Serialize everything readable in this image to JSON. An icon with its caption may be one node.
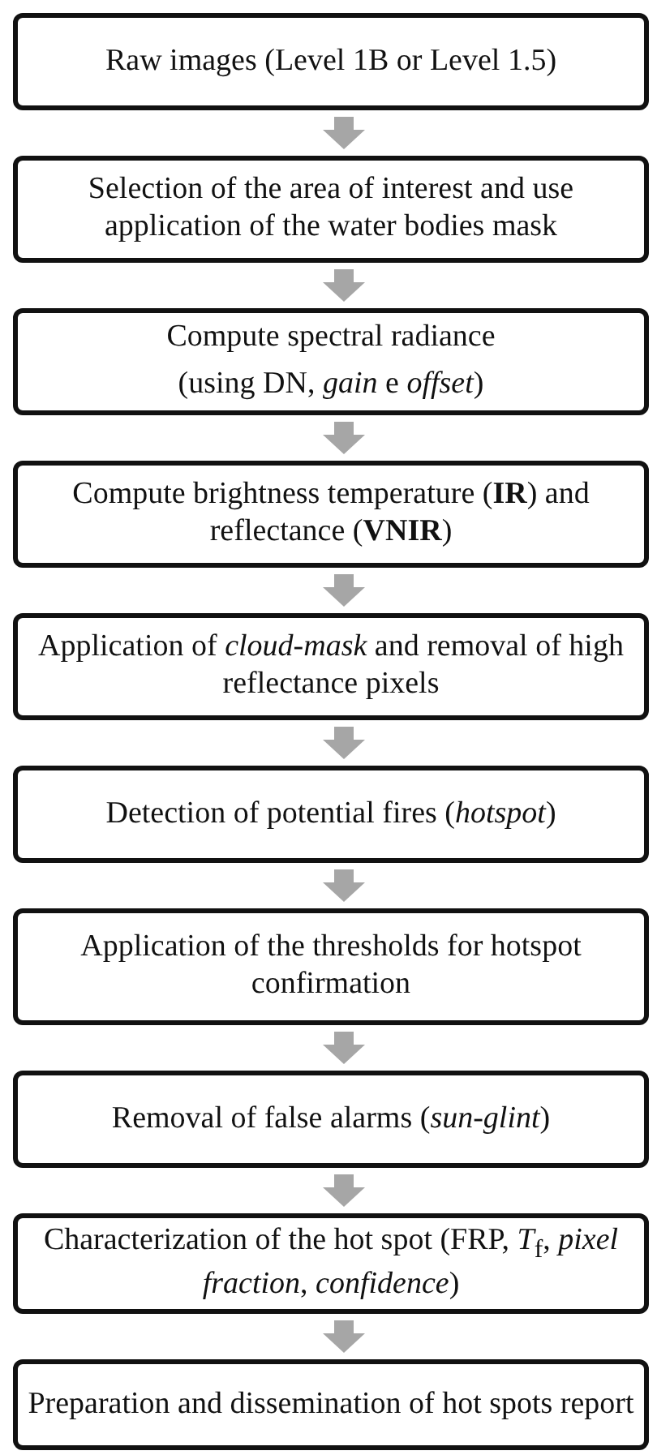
{
  "diagram": {
    "nodes": [
      {
        "text": [
          "Raw images (Level 1B or Level 1.5)"
        ]
      },
      {
        "text": [
          "Selection of the area of interest and use application of the water bodies mask"
        ]
      },
      {
        "text": [
          "Compute spectral radiance",
          "(using DN, *gain* e *offset*)"
        ]
      },
      {
        "text": [
          "Compute brightness temperature (**IR**) and reflectance (**VNIR**)"
        ]
      },
      {
        "text": [
          "Application of *cloud-mask* and removal of high reflectance pixels"
        ]
      },
      {
        "text": [
          "Detection of potential fires (*hotspot*)"
        ]
      },
      {
        "text": [
          "Application of the thresholds for hotspot confirmation"
        ]
      },
      {
        "text": [
          "Removal of false alarms (*sun-glint*)"
        ]
      },
      {
        "text": [
          "Characterization of the hot spot (FRP, *T*$_{f}$, *pixel fraction*, *confidence*)"
        ]
      },
      {
        "text": [
          "Preparation and dissemination of hot spots report"
        ]
      }
    ],
    "edges": [
      {
        "from": 0,
        "to": 1,
        "arrow": "to"
      },
      {
        "from": 1,
        "to": 2,
        "arrow": "to"
      },
      {
        "from": 2,
        "to": 3,
        "arrow": "to"
      },
      {
        "from": 3,
        "to": 4,
        "arrow": "to"
      },
      {
        "from": 4,
        "to": 5,
        "arrow": "to"
      },
      {
        "from": 5,
        "to": 6,
        "arrow": "to"
      },
      {
        "from": 6,
        "to": 7,
        "arrow": "to"
      },
      {
        "from": 7,
        "to": 8,
        "arrow": "to"
      },
      {
        "from": 8,
        "to": 9,
        "arrow": "to"
      }
    ]
  }
}
